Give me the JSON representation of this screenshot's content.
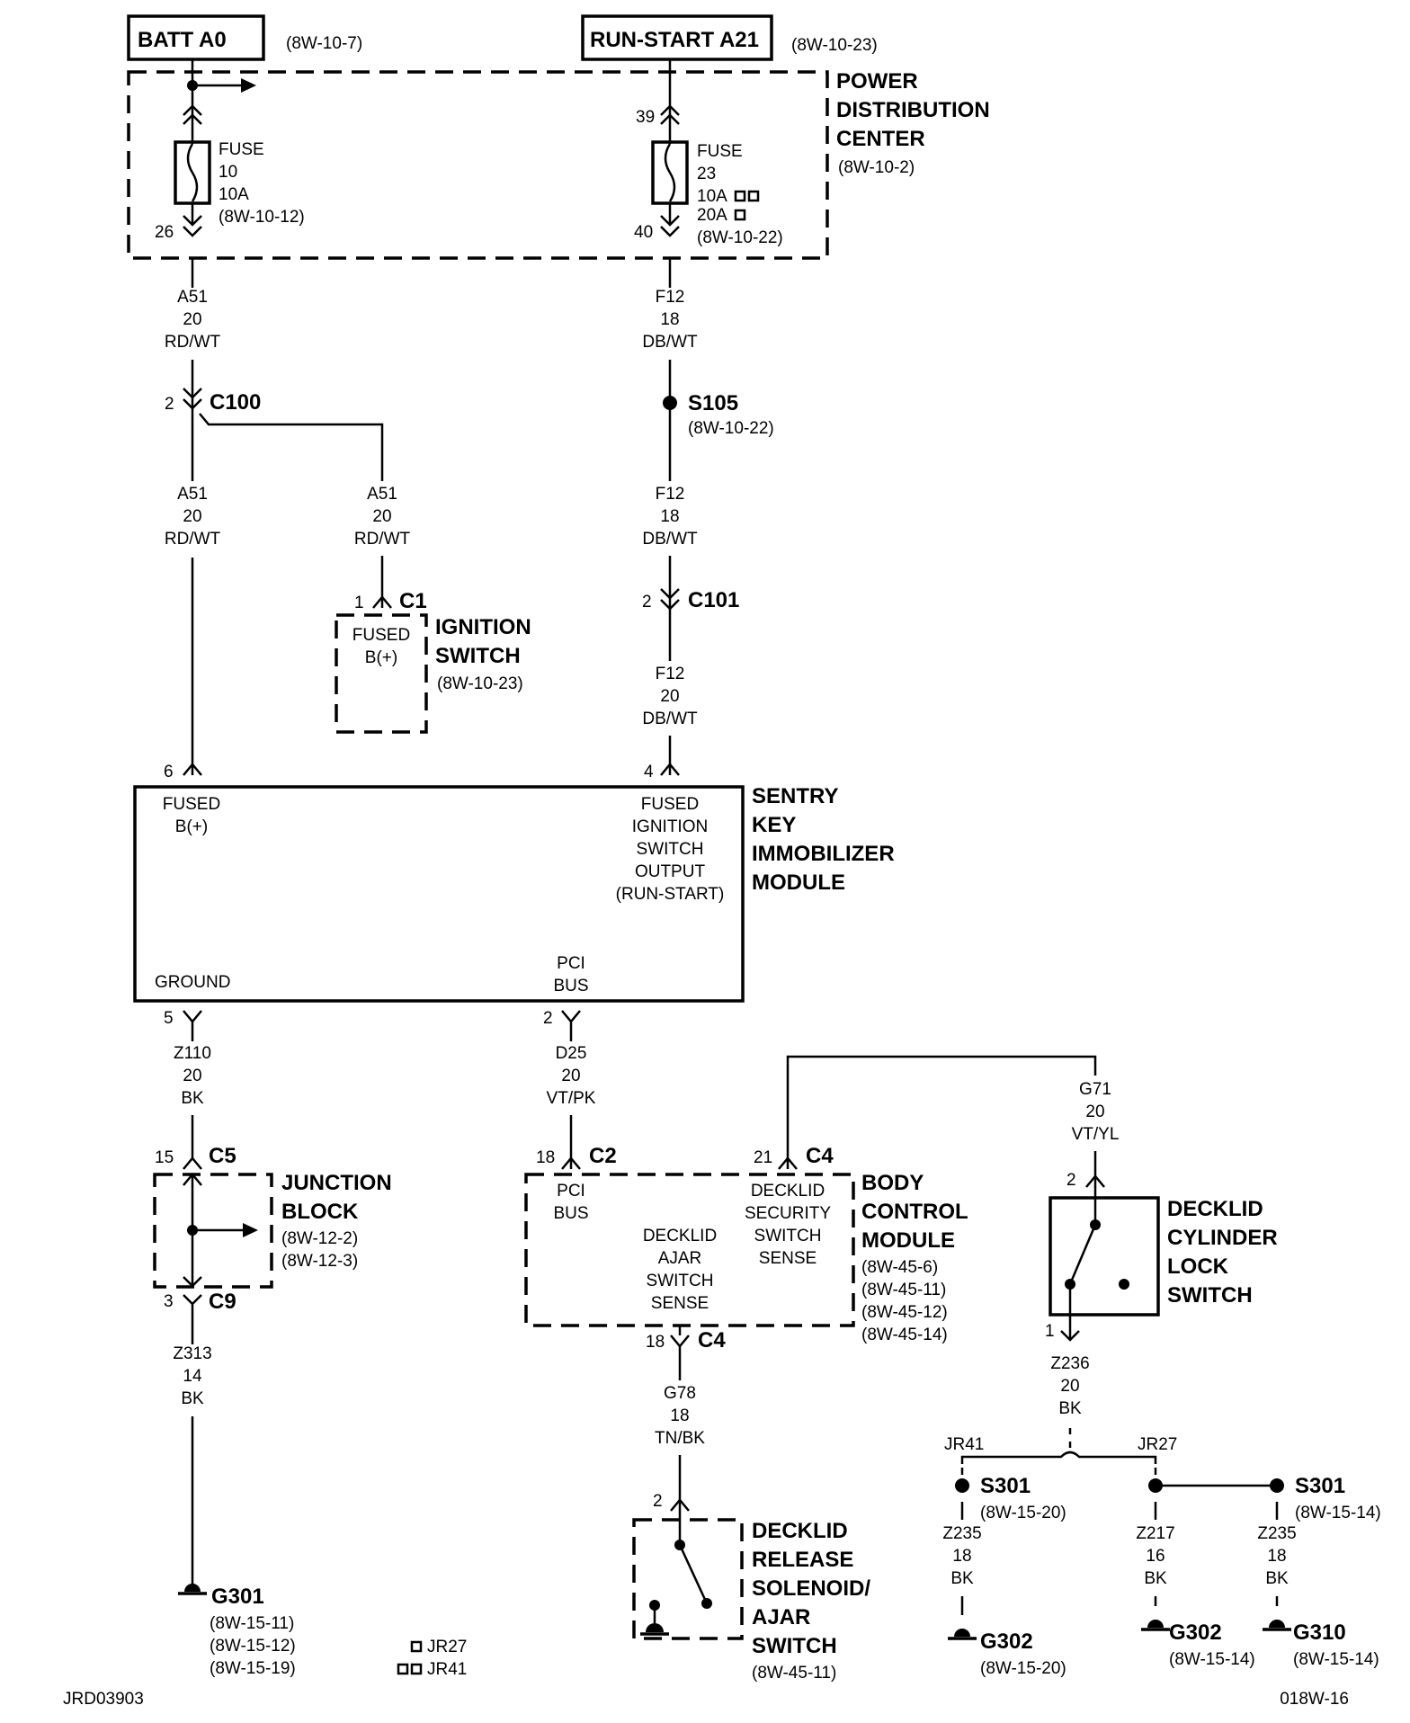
{
  "sources": {
    "batt": {
      "title": "BATT A0",
      "ref": "(8W-10-7)"
    },
    "run_start": {
      "title": "RUN-START A21",
      "ref": "(8W-10-23)"
    }
  },
  "pdc": {
    "title_lines": [
      "POWER",
      "DISTRIBUTION",
      "CENTER"
    ],
    "ref": "(8W-10-2)",
    "fuse10": {
      "pin_in": "",
      "pin_out": "26",
      "lines": [
        "FUSE",
        "10",
        "10A",
        "(8W-10-12)"
      ]
    },
    "fuse23": {
      "pin_in": "39",
      "pin_out": "40",
      "lines": [
        "FUSE",
        "23",
        "10A",
        "20A",
        "(8W-10-22)"
      ]
    }
  },
  "wires": {
    "a51_top": [
      "A51",
      "20",
      "RD/WT"
    ],
    "f12_top": [
      "F12",
      "18",
      "DB/WT"
    ],
    "a51_left": [
      "A51",
      "20",
      "RD/WT"
    ],
    "a51_ign": [
      "A51",
      "20",
      "RD/WT"
    ],
    "f12_mid": [
      "F12",
      "18",
      "DB/WT"
    ],
    "f12_bottom": [
      "F12",
      "20",
      "DB/WT"
    ],
    "z110": [
      "Z110",
      "20",
      "BK"
    ],
    "d25": [
      "D25",
      "20",
      "VT/PK"
    ],
    "g71": [
      "G71",
      "20",
      "VT/YL"
    ],
    "z313": [
      "Z313",
      "14",
      "BK"
    ],
    "g78": [
      "G78",
      "18",
      "TN/BK"
    ],
    "z236": [
      "Z236",
      "20",
      "BK"
    ],
    "z235_left": [
      "Z235",
      "18",
      "BK"
    ],
    "z217": [
      "Z217",
      "16",
      "BK"
    ],
    "z235_right": [
      "Z235",
      "18",
      "BK"
    ]
  },
  "connectors": {
    "c100": {
      "name": "C100",
      "pin": "2"
    },
    "s105": {
      "name": "S105",
      "ref": "(8W-10-22)"
    },
    "c101": {
      "name": "C101",
      "pin": "2"
    },
    "c1": {
      "name": "C1",
      "pin": "1"
    },
    "c5": {
      "name": "C5",
      "pin": "15"
    },
    "c9": {
      "name": "C9",
      "pin": "3"
    },
    "c2": {
      "name": "C2",
      "pin": "18"
    },
    "c4_top": {
      "name": "C4",
      "pin": "21"
    },
    "c4_bottom": {
      "name": "C4",
      "pin": "18"
    }
  },
  "ignition_switch": {
    "title_lines": [
      "IGNITION",
      "SWITCH"
    ],
    "ref": "(8W-10-23)",
    "pin_lines": [
      "FUSED",
      "B(+)"
    ]
  },
  "skim": {
    "title_lines": [
      "SENTRY",
      "KEY",
      "IMMOBILIZER",
      "MODULE"
    ],
    "pin6": "6",
    "pin4": "4",
    "pin5": "5",
    "pin2": "2",
    "fused_b_lines": [
      "FUSED",
      "B(+)"
    ],
    "ign_out_lines": [
      "FUSED",
      "IGNITION",
      "SWITCH",
      "OUTPUT",
      "(RUN-START)"
    ],
    "ground": "GROUND",
    "pci_lines": [
      "PCI",
      "BUS"
    ]
  },
  "junction_block": {
    "title_lines": [
      "JUNCTION",
      "BLOCK"
    ],
    "refs": [
      "(8W-12-2)",
      "(8W-12-3)"
    ]
  },
  "bcm": {
    "title_lines": [
      "BODY",
      "CONTROL",
      "MODULE"
    ],
    "refs": [
      "(8W-45-6)",
      "(8W-45-11)",
      "(8W-45-12)",
      "(8W-45-14)"
    ],
    "pci_lines": [
      "PCI",
      "BUS"
    ],
    "security_lines": [
      "DECKLID",
      "SECURITY",
      "SWITCH",
      "SENSE"
    ],
    "ajar_lines": [
      "DECKLID",
      "AJAR",
      "SWITCH",
      "SENSE"
    ]
  },
  "lock_switch": {
    "title_lines": [
      "DECKLID",
      "CYLINDER",
      "LOCK",
      "SWITCH"
    ],
    "pin_top": "2",
    "pin_bottom": "1"
  },
  "release_solenoid": {
    "title_lines": [
      "DECKLID",
      "RELEASE",
      "SOLENOID/",
      "AJAR",
      "SWITCH"
    ],
    "ref": "(8W-45-11)",
    "pin": "2"
  },
  "grounds": {
    "g301": {
      "name": "G301",
      "refs": [
        "(8W-15-11)",
        "(8W-15-12)",
        "(8W-15-19)"
      ]
    },
    "g302": {
      "name": "G302",
      "ref": "(8W-15-20)"
    },
    "g302b": {
      "name": "G302",
      "ref": "(8W-15-14)"
    },
    "g310": {
      "name": "G310",
      "ref": "(8W-15-14)"
    }
  },
  "splices": {
    "jr41": "JR41",
    "jr27": "JR27",
    "s301_left": {
      "name": "S301",
      "ref": "(8W-15-20)"
    },
    "s301_right": {
      "name": "S301",
      "ref": "(8W-15-14)"
    }
  },
  "legend": {
    "jr27": "JR27",
    "jr41": "JR41"
  },
  "footer": {
    "left": "JRD03903",
    "right": "018W-16"
  }
}
